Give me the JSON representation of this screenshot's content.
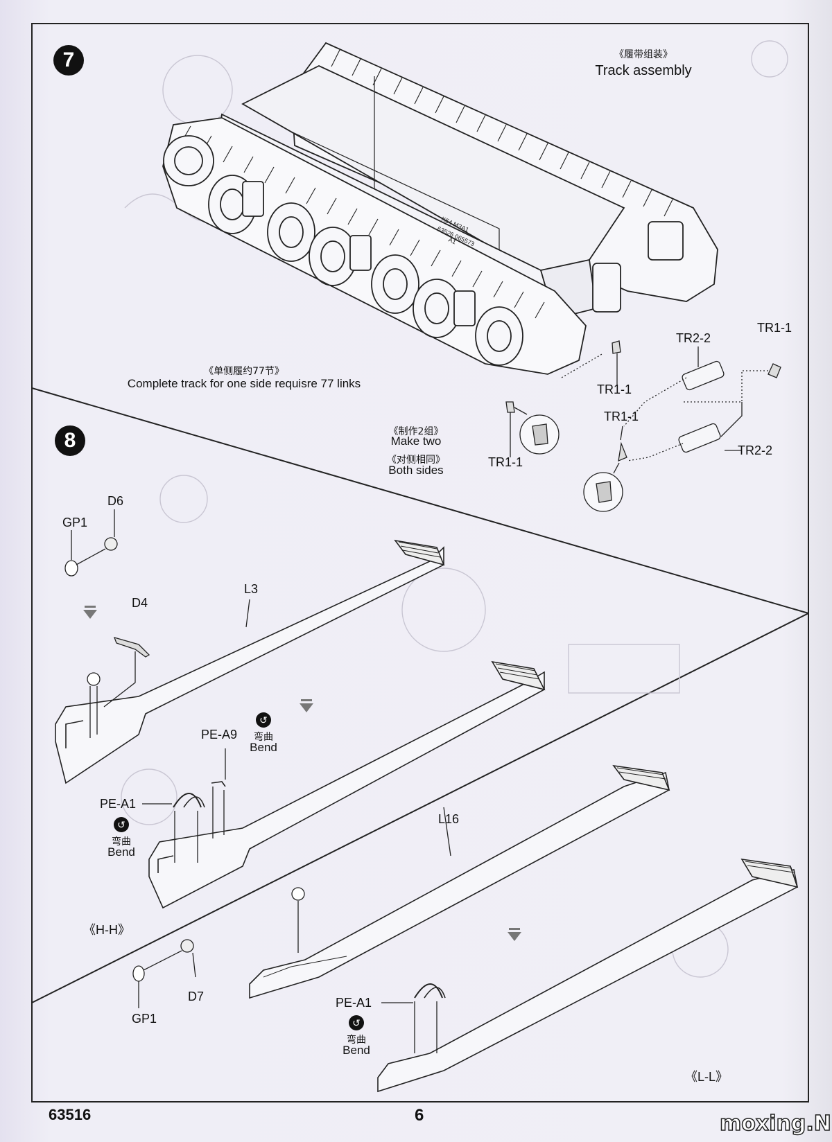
{
  "step7": {
    "number": "7",
    "title_cn": "《履带组装》",
    "title_en": "Track assembly",
    "track_note_cn": "《单侧履约77节》",
    "track_note_en": "Complete track for one side requisre 77 links",
    "make_two_cn": "《制作2组》",
    "make_two_en": "Make two",
    "both_sides_cn": "《对侧相同》",
    "both_sides_en": "Both sides",
    "parts": {
      "tr2_2_top": "TR2-2",
      "tr1_1_right": "TR1-1",
      "tr1_1_mid": "TR1-1",
      "tr1_1_lower": "TR1-1",
      "tr2_2_lower": "TR2-2",
      "tr1_1_bottom": "TR1-1"
    },
    "hull_markings": [
      "K54 M3A1",
      "63526 065573",
      "A1"
    ]
  },
  "step8": {
    "number": "8",
    "parts": {
      "d6": "D6",
      "gp1_top": "GP1",
      "l3": "L3",
      "d4": "D4",
      "pe_a9": "PE-A9",
      "pe_a1_left": "PE-A1",
      "l16": "L16",
      "d7": "D7",
      "gp1_bottom": "GP1",
      "pe_a1_bottom": "PE-A1"
    },
    "bend_cn": "弯曲",
    "bend_en": "Bend",
    "view_hh": "《H-H》",
    "view_ll": "《L-L》"
  },
  "footer": {
    "product_code": "63516",
    "page_number": "6",
    "watermark": "moxing.NET"
  }
}
